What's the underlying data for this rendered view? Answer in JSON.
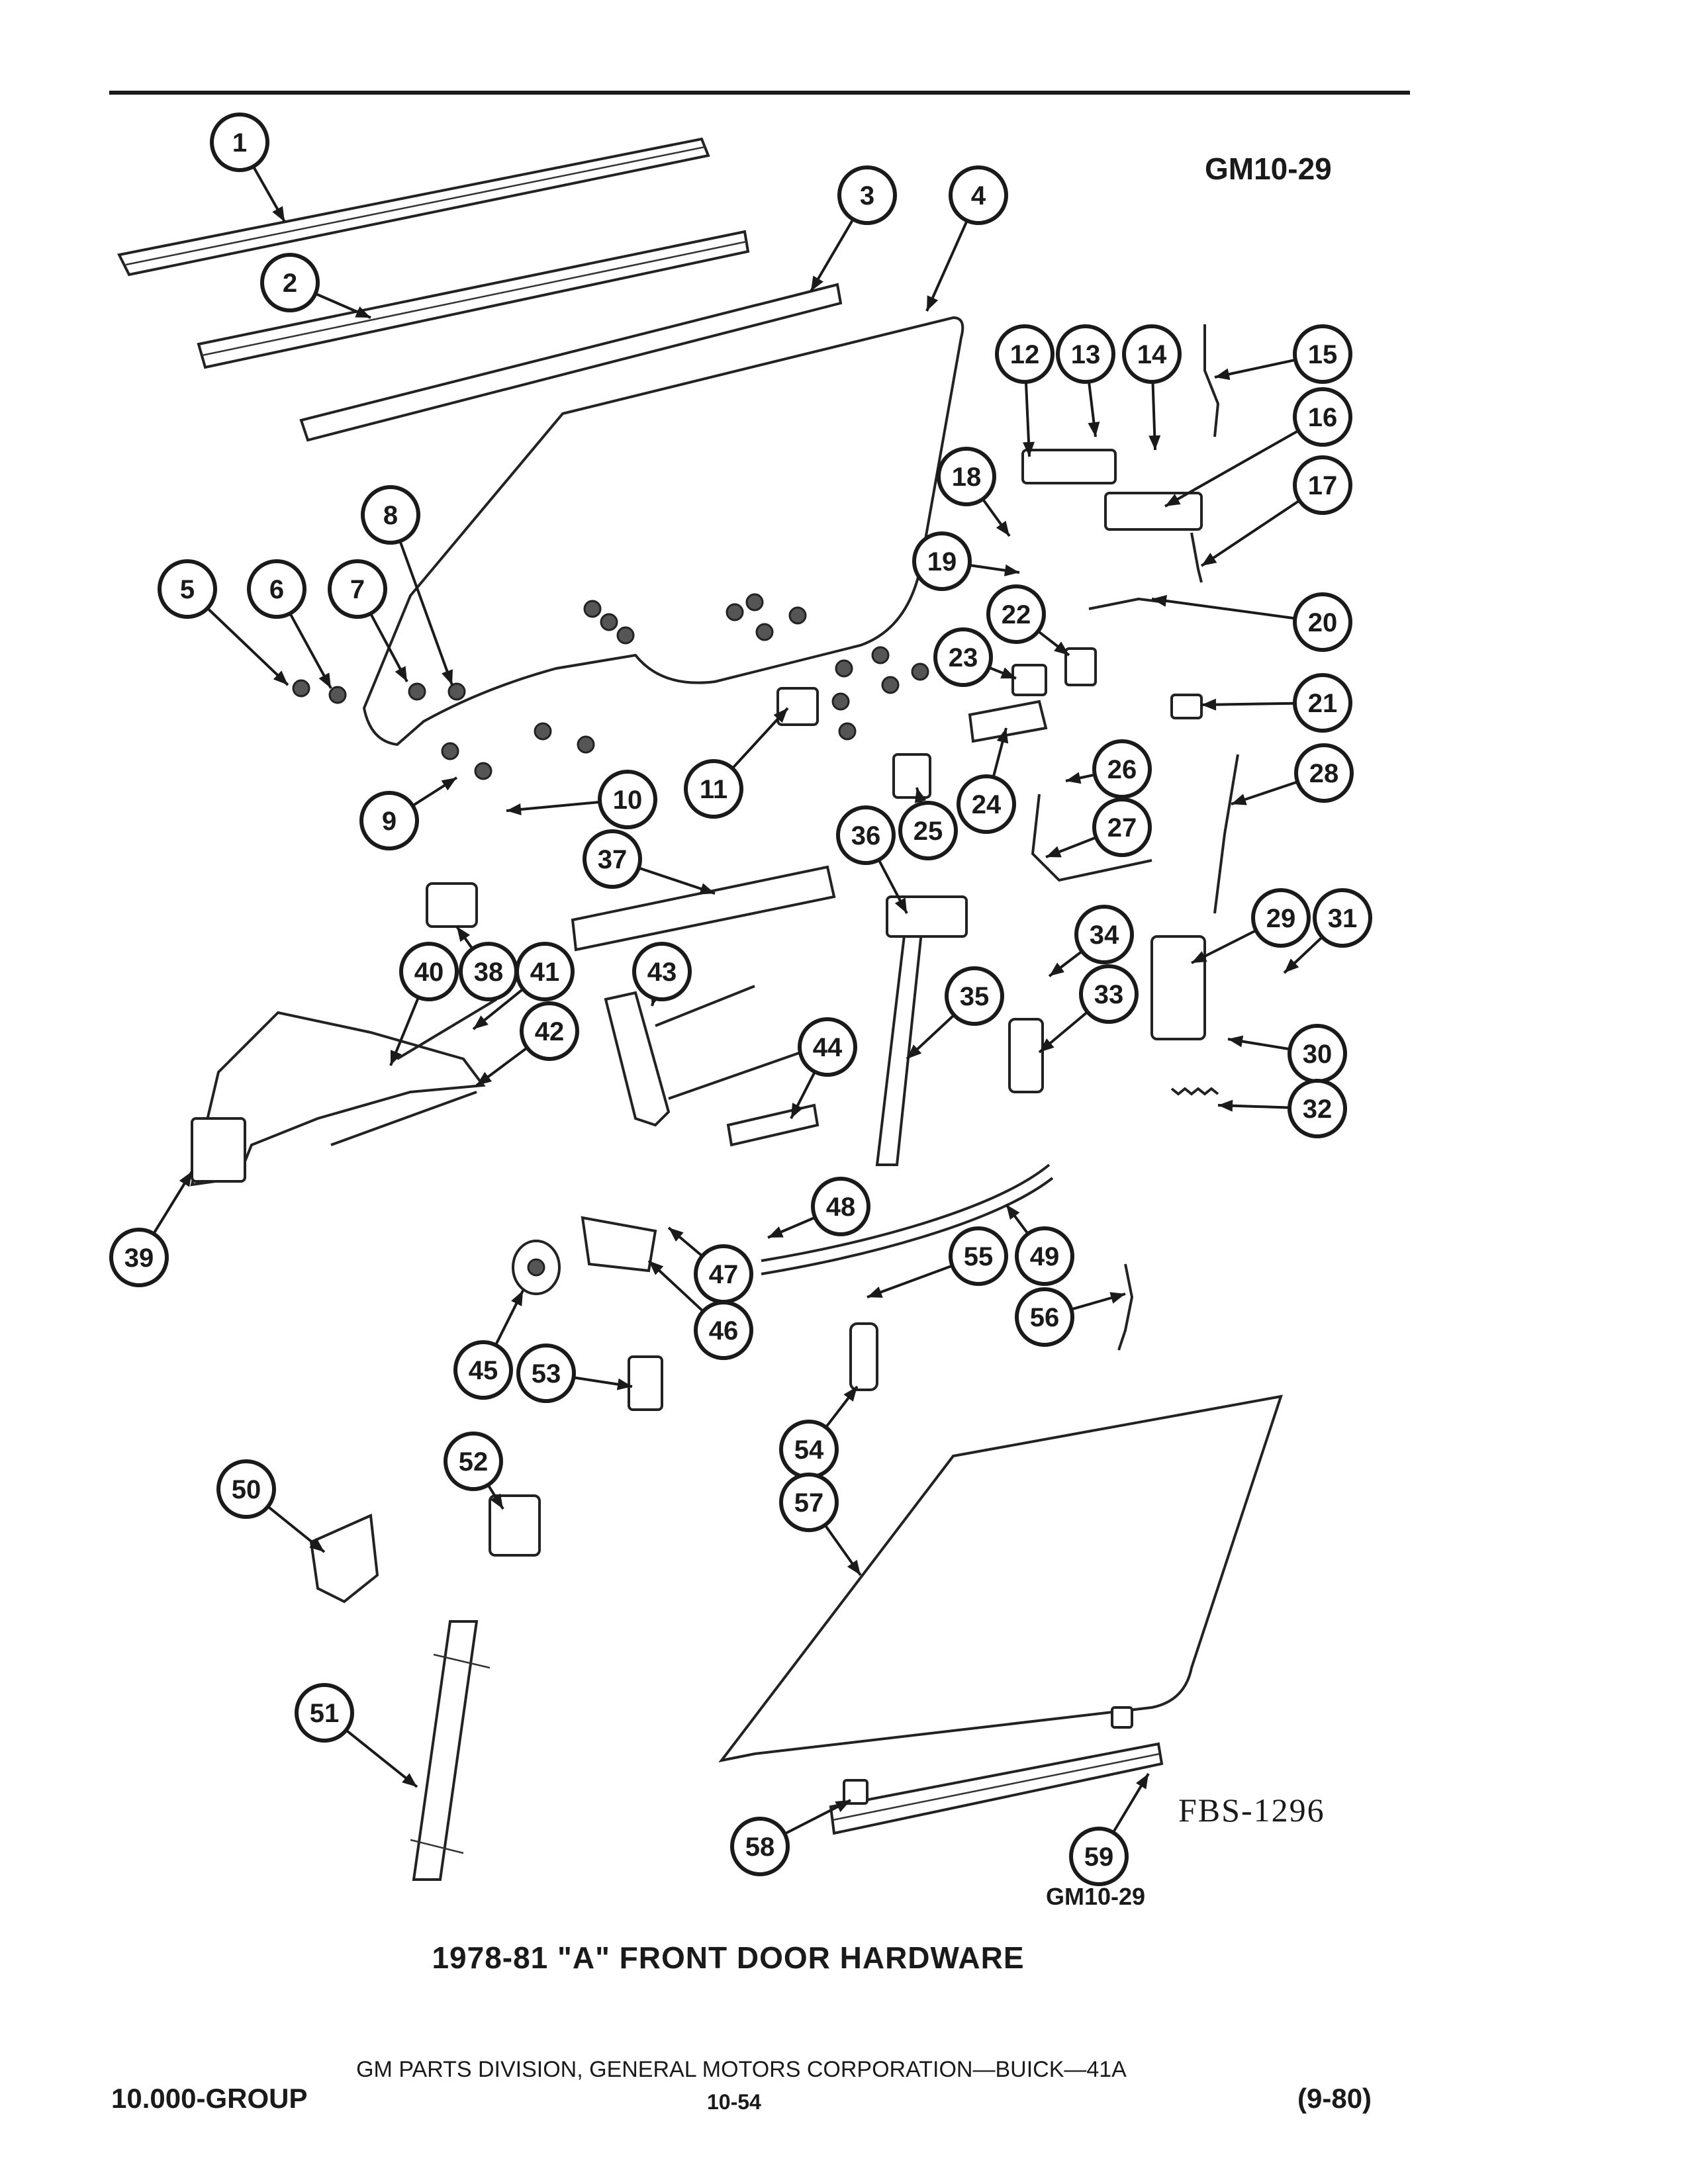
{
  "diagram_code": "GM10-29",
  "figure_code": "FBS-1296",
  "caption": "1978-81 \"A\" FRONT DOOR HARDWARE",
  "footer": {
    "division": "GM PARTS DIVISION, GENERAL MOTORS CORPORATION—BUICK—41A",
    "group": "10.000-GROUP",
    "page": "10-54",
    "revision": "(9-80)"
  },
  "callouts": [
    {
      "n": "1"
    },
    {
      "n": "2"
    },
    {
      "n": "3"
    },
    {
      "n": "4"
    },
    {
      "n": "5"
    },
    {
      "n": "6"
    },
    {
      "n": "7"
    },
    {
      "n": "8"
    },
    {
      "n": "9"
    },
    {
      "n": "10"
    },
    {
      "n": "11"
    },
    {
      "n": "12"
    },
    {
      "n": "13"
    },
    {
      "n": "14"
    },
    {
      "n": "15"
    },
    {
      "n": "16"
    },
    {
      "n": "17"
    },
    {
      "n": "18"
    },
    {
      "n": "19"
    },
    {
      "n": "20"
    },
    {
      "n": "21"
    },
    {
      "n": "22"
    },
    {
      "n": "23"
    },
    {
      "n": "24"
    },
    {
      "n": "25"
    },
    {
      "n": "26"
    },
    {
      "n": "27"
    },
    {
      "n": "28"
    },
    {
      "n": "29"
    },
    {
      "n": "30"
    },
    {
      "n": "31"
    },
    {
      "n": "32"
    },
    {
      "n": "33"
    },
    {
      "n": "34"
    },
    {
      "n": "35"
    },
    {
      "n": "36"
    },
    {
      "n": "37"
    },
    {
      "n": "38"
    },
    {
      "n": "39"
    },
    {
      "n": "40"
    },
    {
      "n": "41"
    },
    {
      "n": "42"
    },
    {
      "n": "43"
    },
    {
      "n": "44"
    },
    {
      "n": "45"
    },
    {
      "n": "46"
    },
    {
      "n": "47"
    },
    {
      "n": "48"
    },
    {
      "n": "49"
    },
    {
      "n": "50"
    },
    {
      "n": "51"
    },
    {
      "n": "52"
    },
    {
      "n": "53"
    },
    {
      "n": "54"
    },
    {
      "n": "55"
    },
    {
      "n": "56"
    },
    {
      "n": "57"
    },
    {
      "n": "58"
    },
    {
      "n": "59"
    }
  ]
}
